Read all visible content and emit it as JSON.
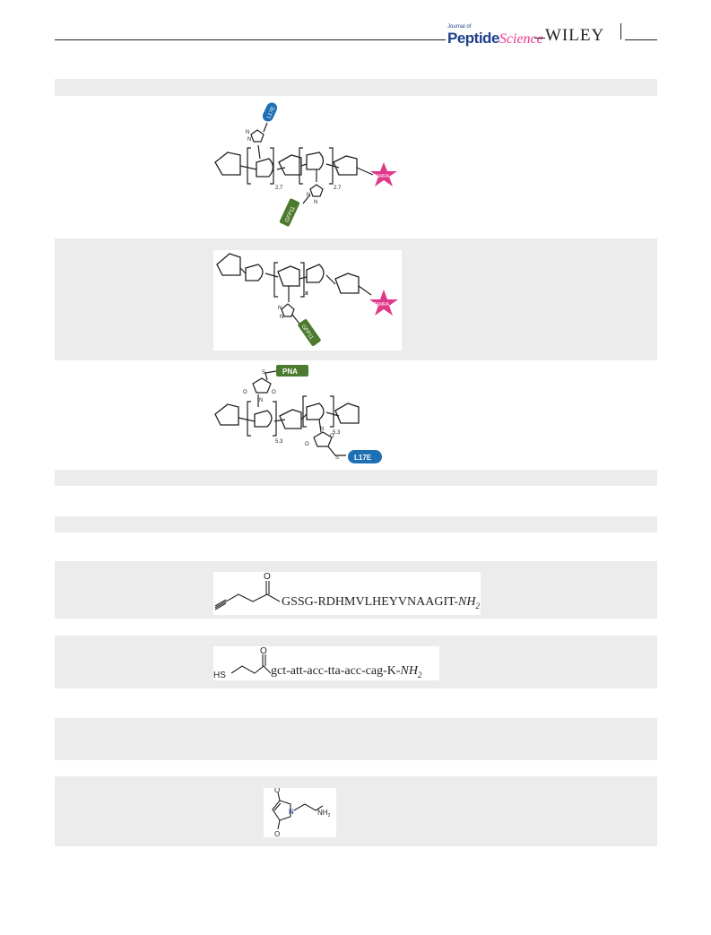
{
  "header": {
    "journal_small": "Journal of",
    "journal_peptide": "Peptide",
    "journal_science": "Science",
    "publisher": "WILEY"
  },
  "structures": {
    "s1": {
      "label_top": "L17E",
      "label_bottom": "GFP11",
      "label_dye": "TAMRA",
      "sub1": "2.7",
      "sub2": "2.7"
    },
    "s2": {
      "label_peptide": "GFP11",
      "label_dye": "TAMRA",
      "sub": "x"
    },
    "s3": {
      "label_top": "PNA",
      "label_bottom": "L17E",
      "sub1": "5.3",
      "sub2": "5.3",
      "s_atom": "S"
    },
    "peptide_seq": {
      "prefix": "GSSG-RDHMVLHEYVNAAGIT-",
      "suffix_main": "NH",
      "suffix_sub": "2",
      "oxygen": "O"
    },
    "pna_seq": {
      "hs": "HS",
      "prefix": "gct-att-acc-tta-acc-cag-K-",
      "suffix_main": "NH",
      "suffix_sub": "2",
      "oxygen": "O"
    },
    "maleimide": {
      "amine": "NH",
      "amine_sub": "2",
      "o_top": "O",
      "o_bottom": "O",
      "n_atom": "N"
    }
  },
  "colors": {
    "blue": "#1f6fb5",
    "green": "#4c7a2e",
    "pink": "#e0388a",
    "band": "#ececec",
    "brand_blue": "#1f3f88"
  }
}
